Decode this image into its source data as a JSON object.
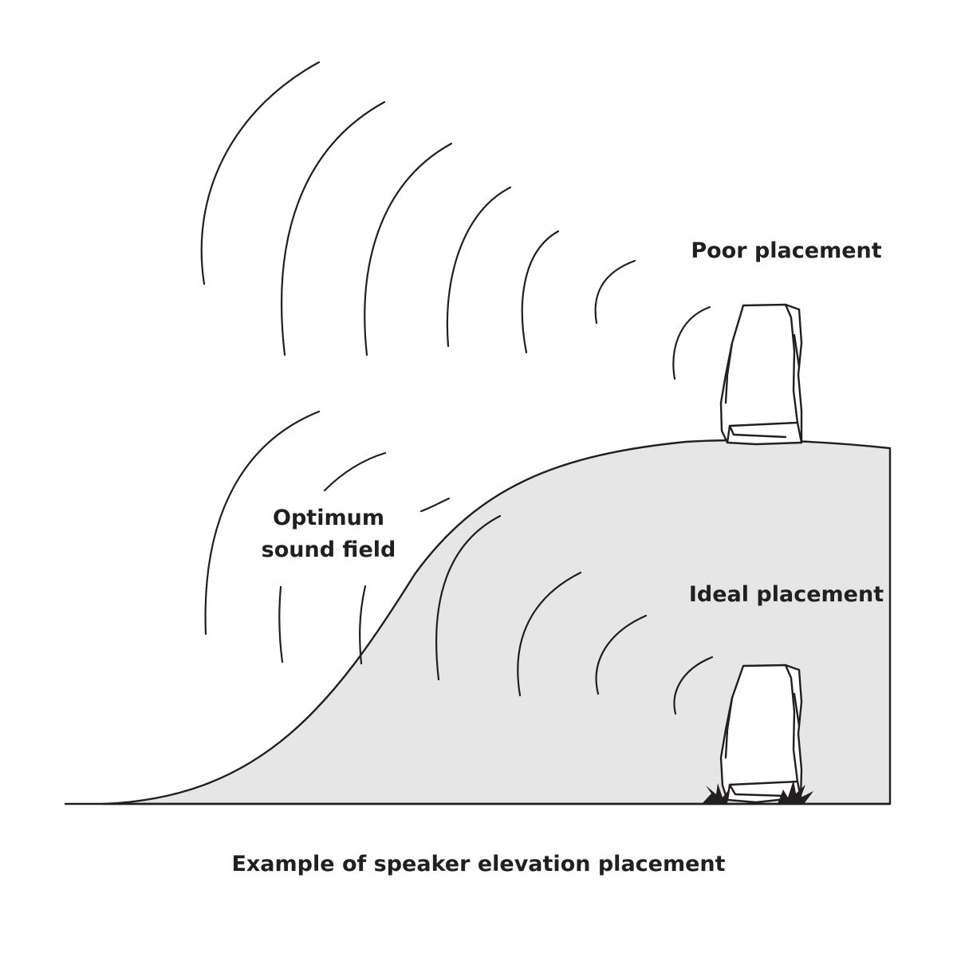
{
  "labels": {
    "poor": "Poor placement",
    "optimum_line1": "Optimum",
    "optimum_line2": "sound field",
    "ideal": "Ideal placement",
    "caption": "Example of speaker elevation placement"
  },
  "colors": {
    "ink": "#231f20",
    "field_fill": "#e6e6e7",
    "background": "#ffffff"
  },
  "icons": {
    "speaker": "rock-speaker-icon",
    "grass": "grass-tuft-icon"
  }
}
